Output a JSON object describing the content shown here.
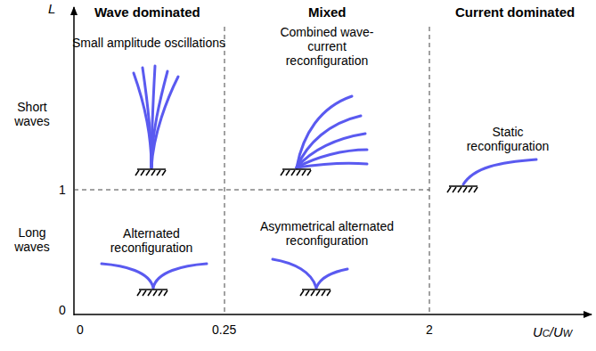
{
  "diagram": {
    "labels": [
      "L",
      "Wave dominated",
      "Mixed",
      "Current dominated",
      "Short waves",
      "Long waves",
      "1",
      "0",
      "0",
      "0.25",
      "2",
      "U",
      "C",
      "/U",
      "W",
      "Small amplitude oscillations",
      "Combined wave-current reconfiguration",
      "Static reconfiguration",
      "Alternated reconfiguration",
      "Asymmetrical alternated reconfiguration"
    ]
  }
}
